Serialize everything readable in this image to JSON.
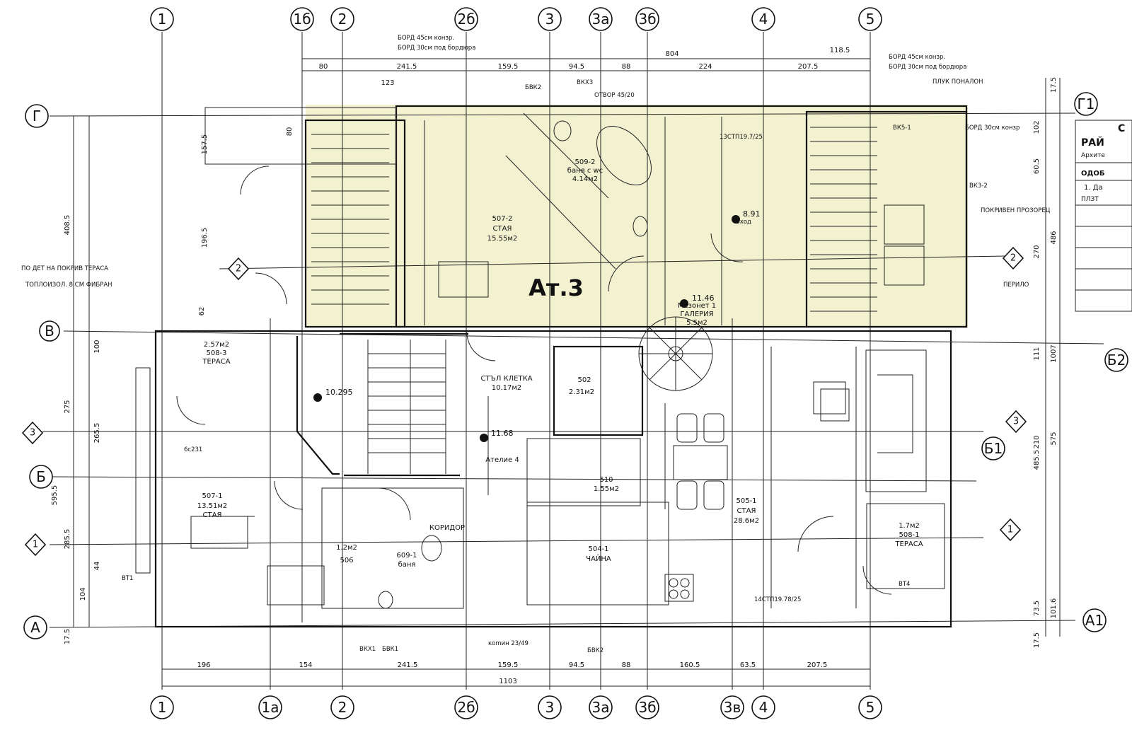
{
  "highlight": {
    "label": "Ат.3",
    "color": "#f0efc8"
  },
  "axes_top": [
    "1",
    "1б",
    "2",
    "2б",
    "3",
    "3а",
    "3б",
    "4",
    "5"
  ],
  "axes_bottom": [
    "1",
    "1а",
    "2",
    "2б",
    "3",
    "3а",
    "3б",
    "3в",
    "4",
    "5"
  ],
  "axes_left": [
    "Г",
    "В",
    "Б",
    "А"
  ],
  "axes_right": [
    "Г1",
    "Б2",
    "Б1",
    "А1"
  ],
  "section_marks": [
    "2",
    "3",
    "1",
    "2",
    "3",
    "1"
  ],
  "dims_top": [
    "80",
    "241.5",
    "159.5",
    "94.5",
    "88",
    "224",
    "207.5",
    "804",
    "118.5",
    "123"
  ],
  "dims_bottom": [
    "196",
    "154",
    "241.5",
    "159.5",
    "94.5",
    "88",
    "160.5",
    "63.5",
    "207.5",
    "1103"
  ],
  "dims_left": [
    "408.5",
    "275",
    "265.5",
    "595.5",
    "285.5",
    "100",
    "104",
    "17.5",
    "157.5",
    "196.5",
    "80",
    "62",
    "44"
  ],
  "dims_right": [
    "17.5",
    "102",
    "60.5",
    "270",
    "486",
    "111",
    "1007",
    "210",
    "485.5",
    "575",
    "101.6",
    "73.5",
    "17.5"
  ],
  "rooms": [
    {
      "id": "507-2",
      "line1": "507-2",
      "line2": "СТАЯ",
      "line3": "15.55м2"
    },
    {
      "id": "509-2",
      "line1": "509-2",
      "line2": "баня с wc",
      "line3": "4.14м2"
    },
    {
      "id": "gallery",
      "line1": "Мезонет 1",
      "line2": "ГАЛЕРИЯ",
      "line3": "5.5м2"
    },
    {
      "id": "508-3",
      "line1": "2.57м2",
      "line2": "508-3",
      "line3": "ТЕРАСА"
    },
    {
      "id": "stair",
      "line1": "СТЪЛ КЛЕТКА",
      "line2": "10.17м2",
      "line3": ""
    },
    {
      "id": "502",
      "line1": "502",
      "line2": "2.31м2",
      "line3": ""
    },
    {
      "id": "510",
      "line1": "510",
      "line2": "1.55м2",
      "line3": ""
    },
    {
      "id": "507-1",
      "line1": "507-1",
      "line2": "13.51м2",
      "line3": "СТАЯ"
    },
    {
      "id": "505-1",
      "line1": "505-1",
      "line2": "СТАЯ",
      "line3": "28.6м2"
    },
    {
      "id": "504-1",
      "line1": "504-1",
      "line2": "ЧАЙНА",
      "line3": ""
    },
    {
      "id": "509-1",
      "line1": "609-1",
      "line2": "баня",
      "line3": ""
    },
    {
      "id": "508-1",
      "line1": "1.7м2",
      "line2": "508-1",
      "line3": "ТЕРАСА"
    },
    {
      "id": "506",
      "line1": "1.2м2",
      "line2": "506",
      "line3": ""
    },
    {
      "id": "atelie",
      "line1": "Ателие 4",
      "line2": "",
      "line3": ""
    },
    {
      "id": "corridor",
      "line1": "КОРИДОР",
      "line2": "",
      "line3": ""
    }
  ],
  "levels": [
    "8.91",
    "11.46",
    "10.295",
    "11.68"
  ],
  "notes": [
    "БОРД 45см конзр.",
    "БОРД 30см под бордюра",
    "БВК2",
    "ВКХ3",
    "ОТВОР 45/20",
    "БОРД 45см конзр.",
    "БОРД 30см под бордюра",
    "ПЛУК ПОНАЛОН",
    "БОРД 30см конзр",
    "ПОКРИВЕН ПРОЗОРЕЦ",
    "ПЕРИЛО",
    "ПО ДЕТ НА ПОКРИВ ТЕРАСА",
    "ТОПЛОИЗОЛ. 8 СМ ФИБРАН",
    "Вход",
    "БВК1",
    "ВКХ1",
    "коmин 23/49",
    "БВК2",
    "13СТП19.7/25",
    "14СТП19.78/25",
    "ВТ1",
    "ВТ4",
    "ВК5-1",
    "ВК3-2",
    "6с231"
  ],
  "stamp_lines": [
    "С",
    "РАЙ",
    "Архите",
    "ОДОБ",
    "1. Да",
    "ПЛЗТ"
  ]
}
